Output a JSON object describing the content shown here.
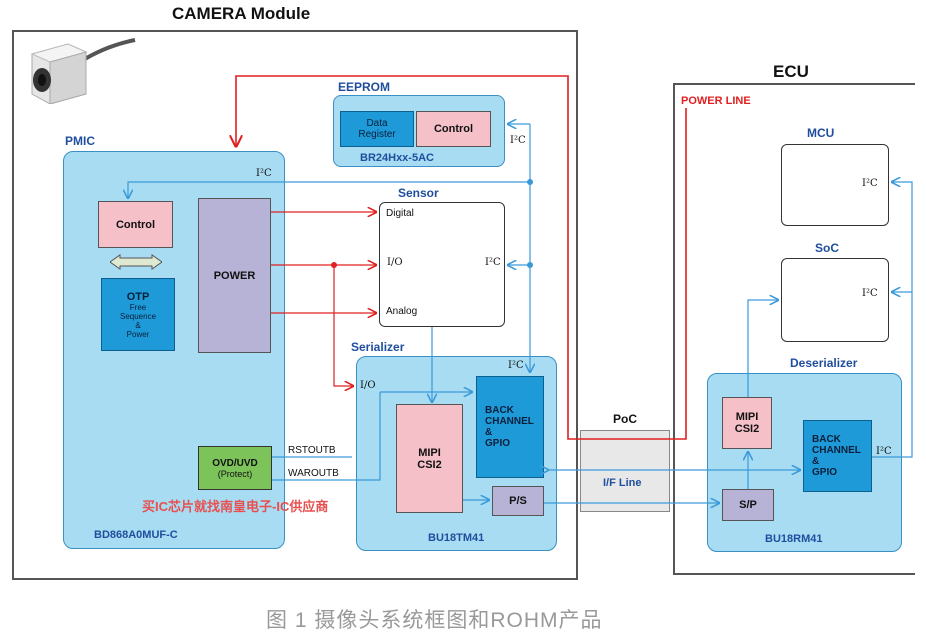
{
  "camera_title": "CAMERA Module",
  "ecu_title": "ECU",
  "power_line": "POWER LINE",
  "pmic": {
    "title": "PMIC",
    "control": "Control",
    "power": "POWER",
    "otp_title": "OTP",
    "otp_lines": [
      "Free",
      "Sequence",
      "&",
      "Power"
    ],
    "i2c": "I²C",
    "ovd_title": "OVD/UVD",
    "ovd_sub": "(Protect)",
    "part": "BD868A0MUF-C"
  },
  "eeprom": {
    "title": "EEPROM",
    "data_register": "Data\nRegister",
    "control": "Control",
    "i2c": "I²C",
    "part": "BR24Hxx-5AC"
  },
  "sensor": {
    "title": "Sensor",
    "digital": "Digital",
    "io": "I/O",
    "analog": "Analog",
    "i2c": "I²C"
  },
  "serializer": {
    "title": "Serializer",
    "io": "I/O",
    "i2c": "I²C",
    "mipi": "MIPI\nCSI2",
    "back": "BACK\nCHANNEL\n&\nGPIO",
    "ps": "P/S",
    "part": "BU18TM41"
  },
  "signals": {
    "rstoutb": "RSTOUTB",
    "waroutb": "WAROUTB"
  },
  "poc": {
    "title": "PoC",
    "if_line": "I/F Line"
  },
  "mcu": {
    "title": "MCU",
    "i2c": "I²C"
  },
  "soc": {
    "title": "SoC",
    "i2c": "I²C"
  },
  "deserializer": {
    "title": "Deserializer",
    "mipi": "MIPI\nCSI2",
    "back": "BACK\nCHANNEL\n&\nGPIO",
    "sp": "S/P",
    "i2c": "I²C",
    "part": "BU18RM41"
  },
  "watermark": "买IC芯片就找南皇电子-IC供应商",
  "caption": "图 1 摄像头系统框图和ROHM产品",
  "colors": {
    "red_line": "#e02020",
    "blue_line": "#3a9ad9",
    "block_fill": "#a8dcf2",
    "dark_blue": "#1e9ad8"
  }
}
